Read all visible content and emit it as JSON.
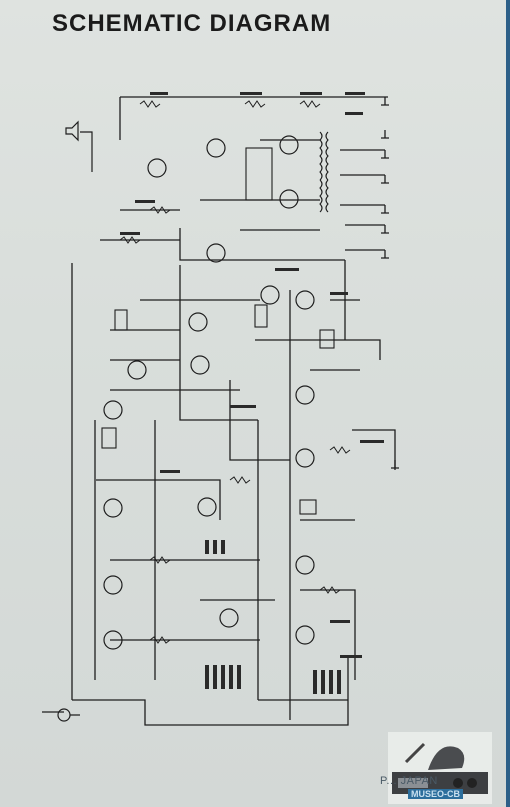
{
  "title": "SCHEMATIC DIAGRAM",
  "footer": "P... JAPAN",
  "watermark_text": "MUSEO-CB",
  "colors": {
    "paper": "#dde1de",
    "ink": "#1b1b1b",
    "background": "#2f6f9e"
  },
  "icons": [
    "speaker-icon",
    "microphone-icon",
    "transistor-icon",
    "transformer-icon",
    "ground-icon",
    "radio-watermark-icon"
  ]
}
